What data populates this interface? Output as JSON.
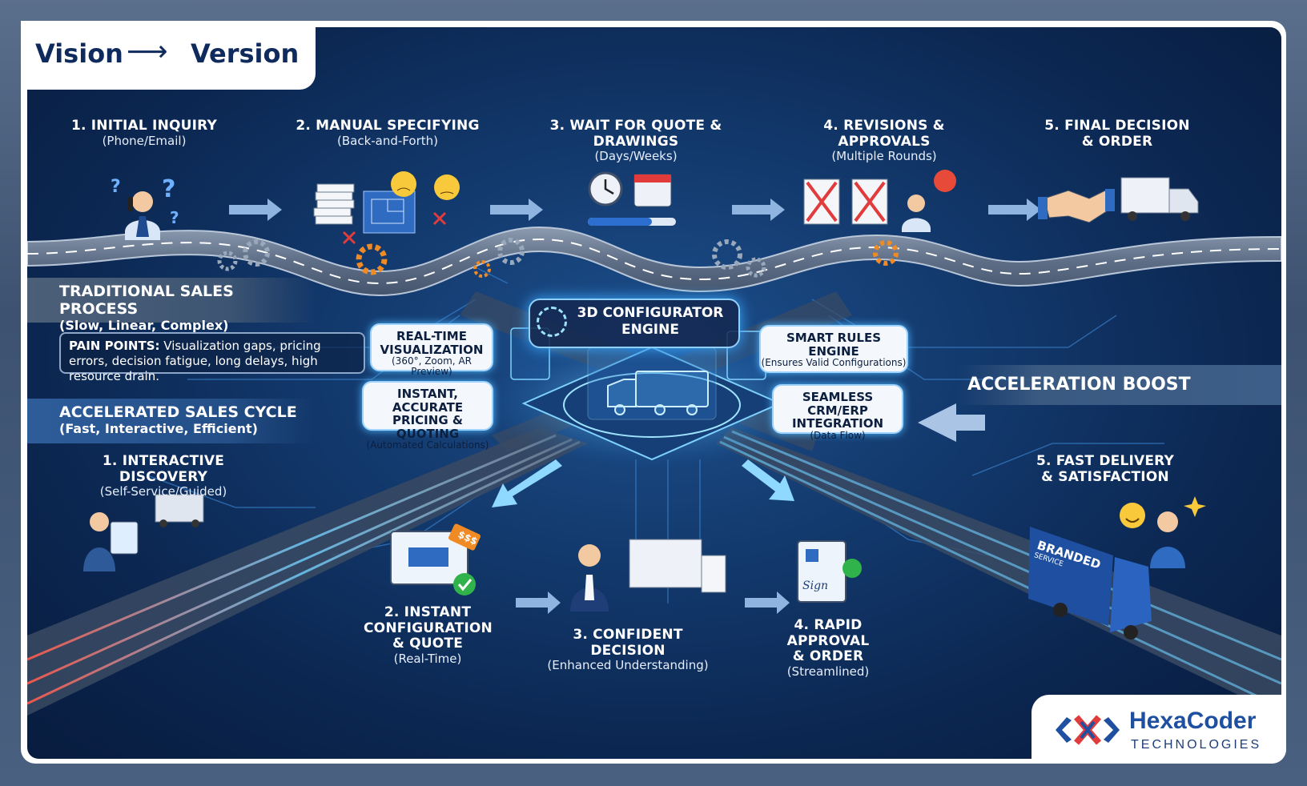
{
  "header": {
    "left": "Vision",
    "arrow": "⟶",
    "right": "Version"
  },
  "traditional": {
    "steps": [
      {
        "title": "1. INITIAL INQUIRY",
        "sub": "(Phone/Email)"
      },
      {
        "title": "2. MANUAL SPECIFYING",
        "sub": "(Back-and-Forth)"
      },
      {
        "title": "3. WAIT FOR QUOTE & DRAWINGS",
        "sub": "(Days/Weeks)"
      },
      {
        "title": "4. REVISIONS & APPROVALS",
        "sub": "(Multiple Rounds)"
      },
      {
        "title": "5. FINAL DECISION",
        "sub": "& ORDER"
      }
    ],
    "banner_title": "TRADITIONAL SALES PROCESS",
    "banner_sub": "(Slow, Linear, Complex)",
    "pain_label": "PAIN POINTS:",
    "pain_text": "Visualization gaps, pricing errors, decision fatigue, long delays, high resource drain."
  },
  "accelerated": {
    "banner_title": "ACCELERATED SALES CYCLE",
    "banner_sub": "(Fast, Interactive, Efficient)",
    "steps": [
      {
        "title": "1. INTERACTIVE DISCOVERY",
        "sub": "(Self-Service/Guided)"
      },
      {
        "title1": "2. INSTANT",
        "title2": "CONFIGURATION",
        "title3": "& QUOTE",
        "sub": "(Real-Time)"
      },
      {
        "title": "3. CONFIDENT DECISION",
        "sub": "(Enhanced Understanding)"
      },
      {
        "title1": "4. RAPID APPROVAL",
        "title2": "& ORDER",
        "sub": "(Streamlined)"
      },
      {
        "title1": "5. FAST DELIVERY",
        "title2": "& SATISFACTION"
      }
    ]
  },
  "engine": {
    "line1": "3D CONFIGURATOR",
    "line2": "ENGINE"
  },
  "features": {
    "realtime": {
      "l1": "REAL-TIME",
      "l2": "VISUALIZATION",
      "sub": "(360°, Zoom, AR Preview)"
    },
    "pricing": {
      "l1": "INSTANT, ACCURATE",
      "l2": "PRICING & QUOTING",
      "sub": "(Automated Calculations)"
    },
    "rules": {
      "l1": "SMART RULES",
      "l2": "ENGINE",
      "sub": "(Ensures Valid Configurations)"
    },
    "crm": {
      "l1": "SEAMLESS CRM/ERP",
      "l2": "INTEGRATION",
      "sub": "(Data Flow)"
    }
  },
  "acceleration_boost": "ACCELERATION BOOST",
  "misc": {
    "price_tag": "$$$",
    "truck_brand": "BRANDED",
    "truck_sub": "SERVICE",
    "signature": "Sign"
  },
  "logo": {
    "name": "HexaCoder",
    "sub": "TECHNOLOGIES"
  },
  "colors": {
    "navy": "#0f2a5c",
    "accent": "#3aa9ff",
    "orange": "#f08a24",
    "red": "#e23b3b",
    "green": "#2fb34a"
  }
}
